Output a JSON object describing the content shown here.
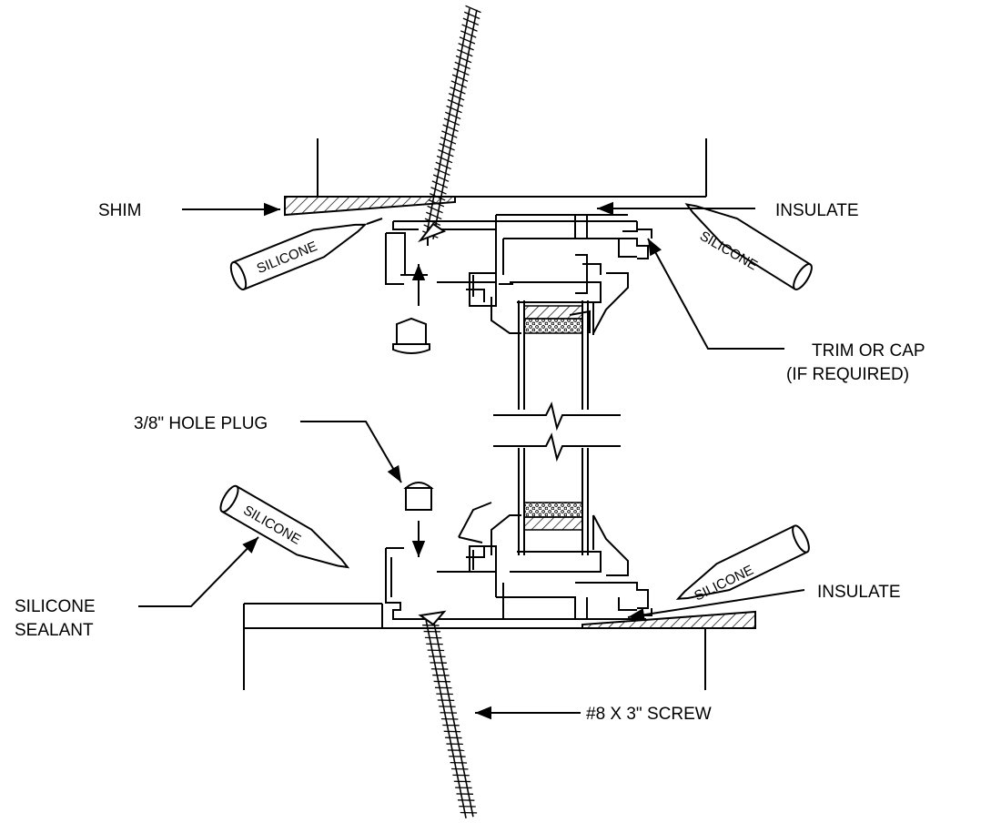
{
  "labels": {
    "shim": "SHIM",
    "insulate_top": "INSULATE",
    "trim_line1": "TRIM OR CAP",
    "trim_line2": "(IF REQUIRED)",
    "hole_plug": "3/8\" HOLE PLUG",
    "silicone_sealant_line1": "SILICONE",
    "silicone_sealant_line2": "SEALANT",
    "insulate_bottom": "INSULATE",
    "screw": "#8 X 3\" SCREW"
  },
  "tubes": {
    "top_left": "SILICONE",
    "top_right": "SILICONE",
    "bottom_left": "SILICONE",
    "bottom_right": "SILICONE"
  },
  "colors": {
    "ink": "#000000",
    "paper": "#ffffff"
  }
}
